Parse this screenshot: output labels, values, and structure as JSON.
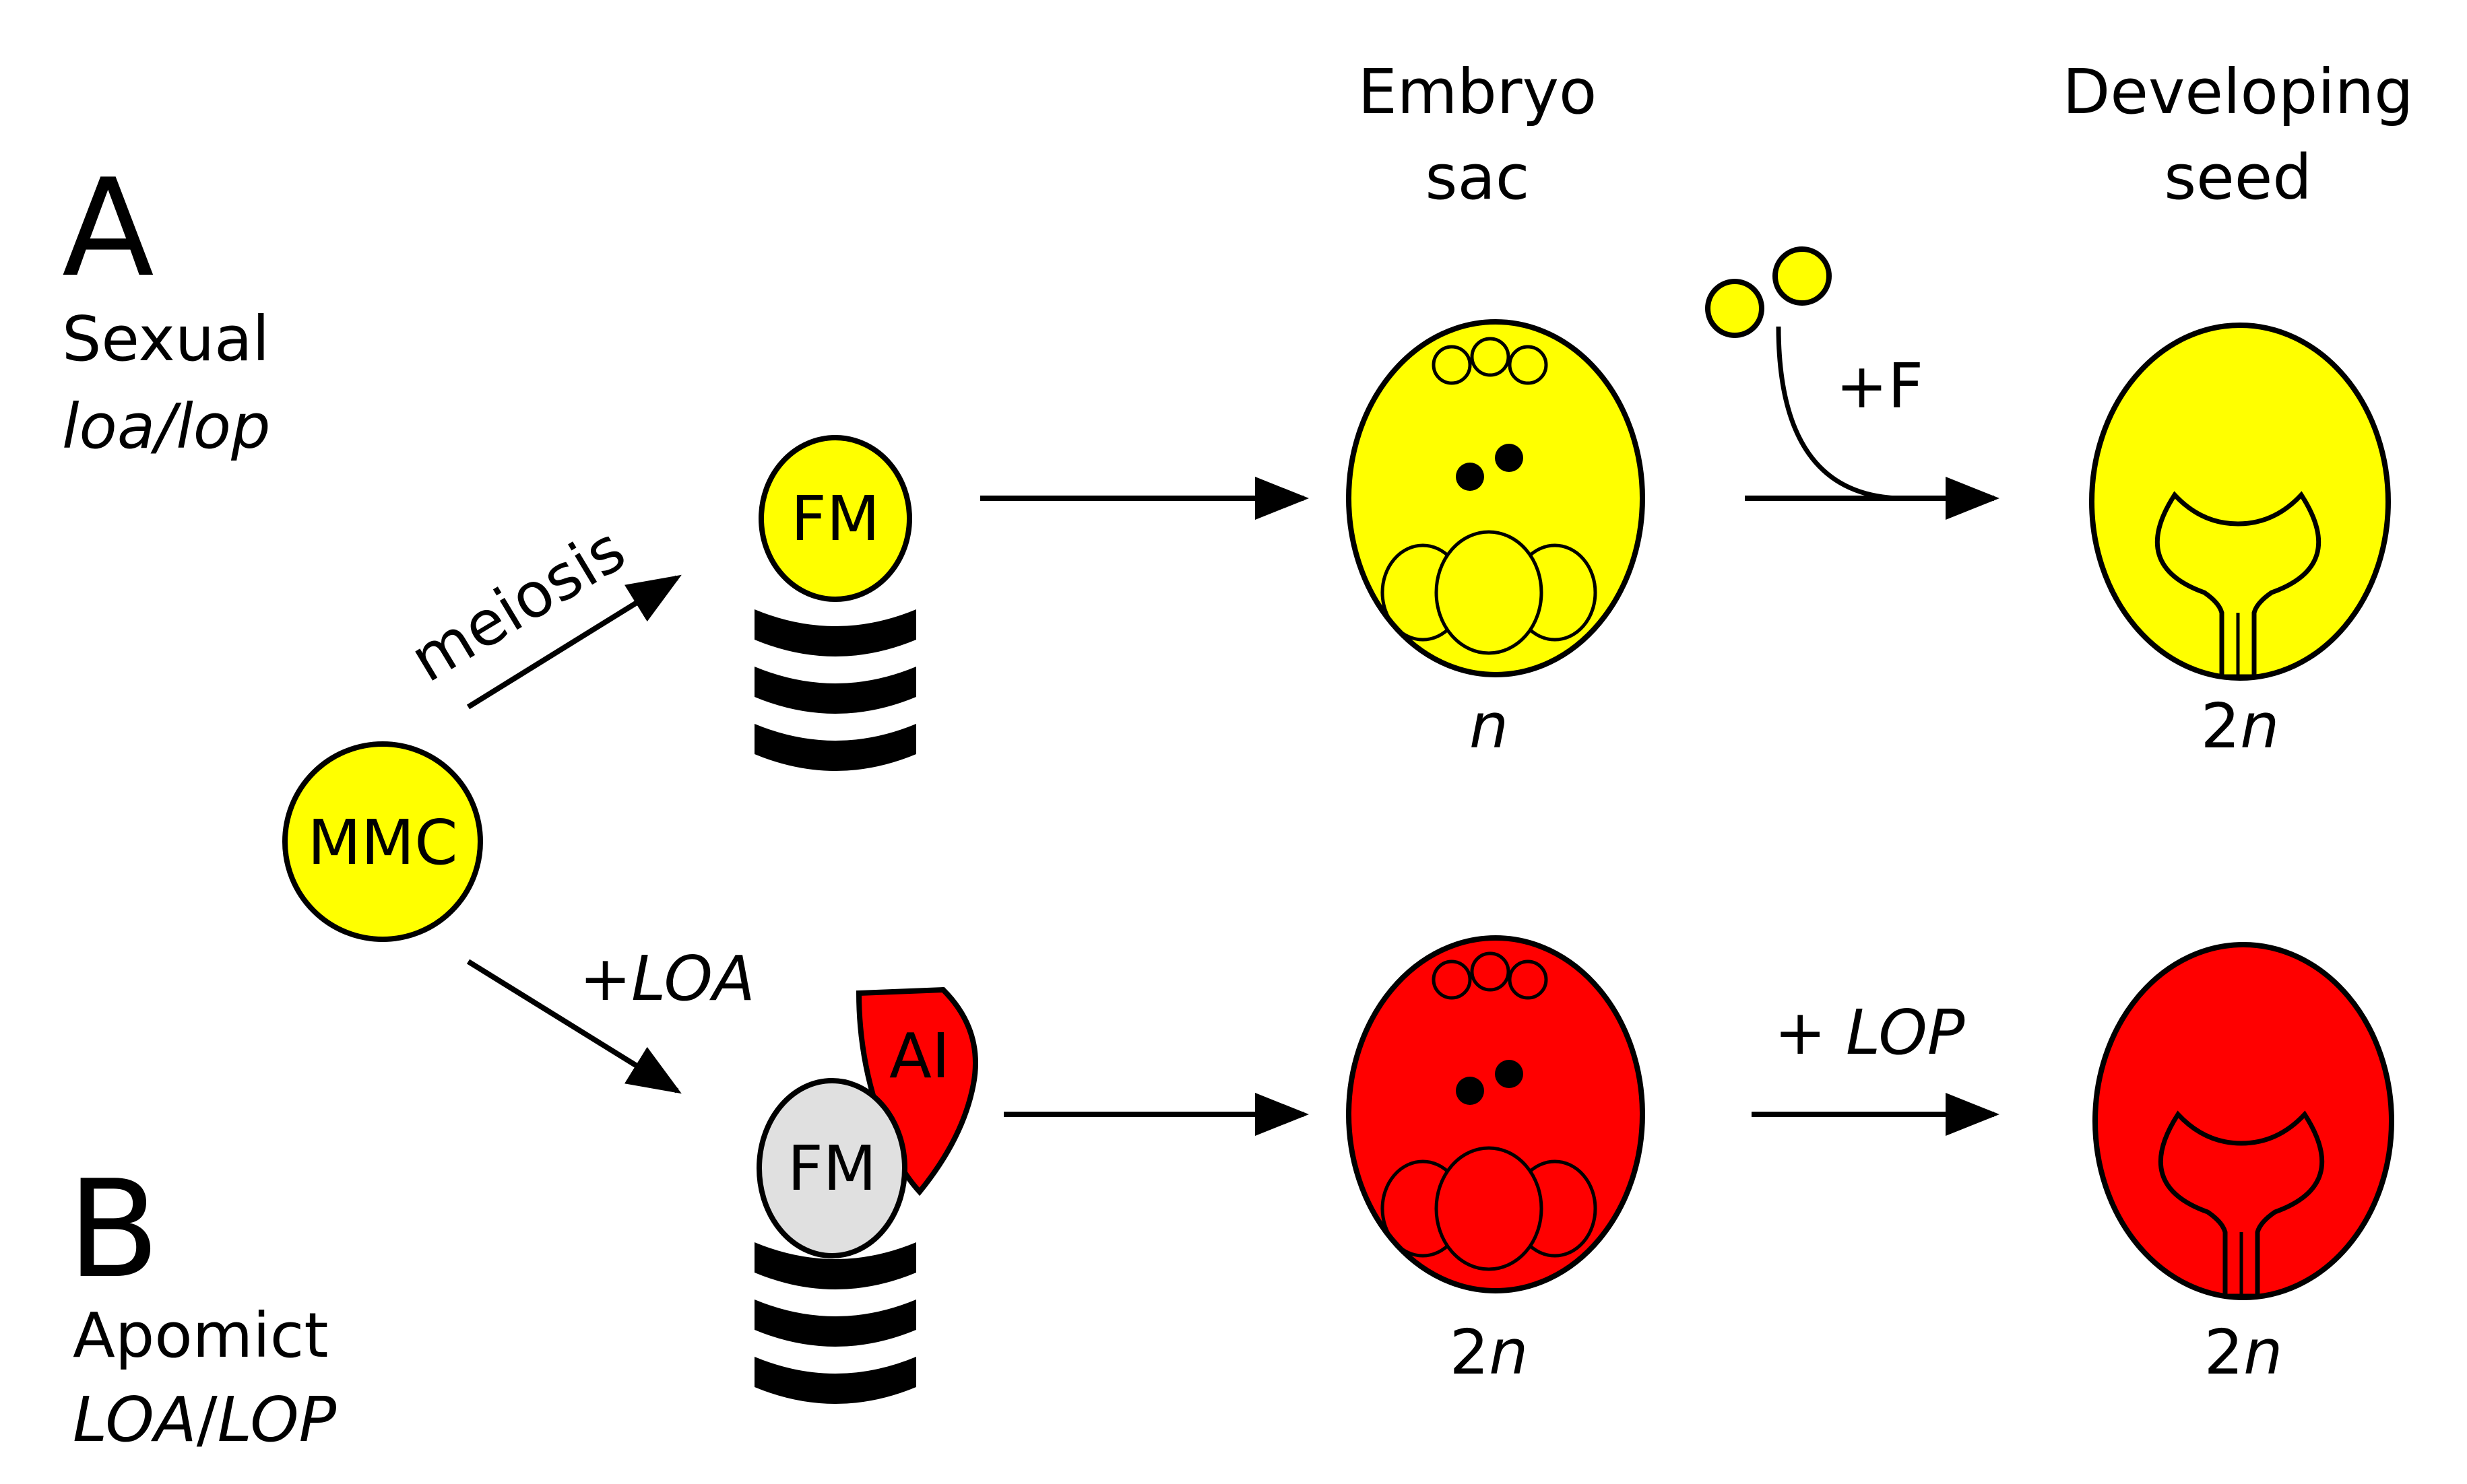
{
  "headers": {
    "embryo_sac_line1": "Embryo",
    "embryo_sac_line2": "sac",
    "developing_seed_line1": "Developing",
    "developing_seed_line2": "seed"
  },
  "pathway_a": {
    "letter": "A",
    "type": "Sexual",
    "genotype": "loa/lop",
    "step_label": "meiosis",
    "cell_label": "FM",
    "fertilization_label": "+F",
    "embryo_sac_ploidy_italic": "n",
    "seed_ploidy_prefix": "2",
    "seed_ploidy_italic": "n"
  },
  "pathway_b": {
    "letter": "B",
    "type": "Apomict",
    "genotype_part1": "LOA",
    "genotype_sep": "/",
    "genotype_part2": "LOP",
    "step_label_prefix": "+",
    "step_label_italic": "LOA",
    "ai_label": "AI",
    "cell_label": "FM",
    "lop_label_prefix": "+ ",
    "lop_label_italic": "LOP",
    "embryo_sac_ploidy_prefix": "2",
    "embryo_sac_ploidy_italic": "n",
    "seed_ploidy_prefix": "2",
    "seed_ploidy_italic": "n"
  },
  "mmc_label": "MMC",
  "colors": {
    "sexual_yellow": "#FFFF00",
    "apomict_red": "#FF0000",
    "fm_gray": "#E0E0E0",
    "stroke": "#000000"
  }
}
